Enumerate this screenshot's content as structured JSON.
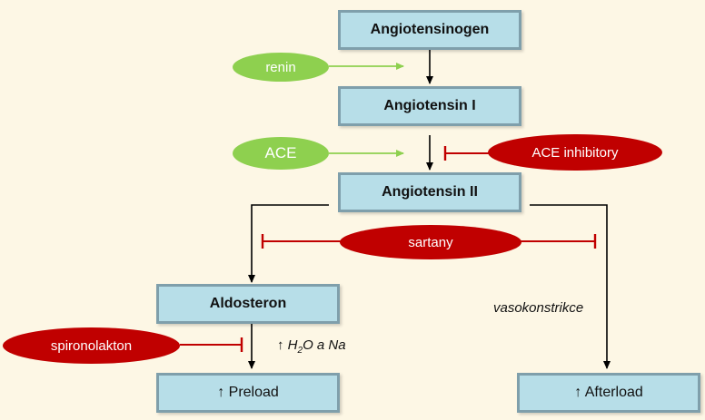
{
  "boxes": {
    "angiotensinogen": "Angiotensinogen",
    "angiotensin1": "Angiotensin I",
    "angiotensin2": "Angiotensin II",
    "aldosteron": "Aldosteron",
    "preload": "↑ Preload",
    "afterload": "↑ Afterload"
  },
  "enzymes": {
    "renin": "renin",
    "ace": "ACE"
  },
  "inhibitors": {
    "ace_inhibitory": "ACE inhibitory",
    "sartany": "sartany",
    "spironolakton": "spironolakton"
  },
  "notes": {
    "vasokonstrikce": "vasokonstrikce",
    "h2o_arrow": "↑",
    "h2o_h": "H",
    "h2o_sub": "2",
    "h2o_rest": "O a Na"
  },
  "colors": {
    "box_fill": "#b7dee8",
    "box_border": "#7f9fab",
    "green": "#8ed04f",
    "red": "#c00000",
    "background": "#fdf7e5"
  }
}
